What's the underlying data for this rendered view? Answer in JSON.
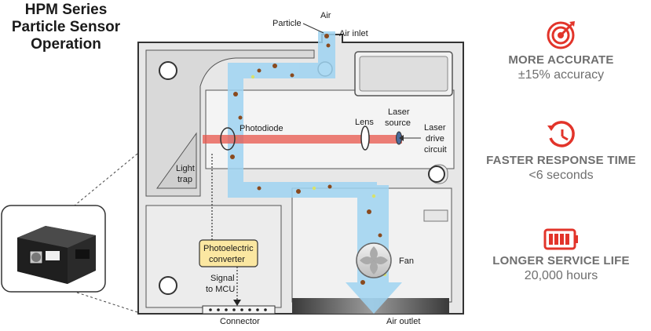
{
  "title": {
    "line1": "HPM Series",
    "line2": "Particle Sensor",
    "line3": "Operation"
  },
  "diagram": {
    "labels": {
      "air": "Air",
      "particle": "Particle",
      "air_inlet": "Air inlet",
      "photodiode": "Photodiode",
      "lens": "Lens",
      "laser_source_1": "Laser",
      "laser_source_2": "source",
      "laser_drive_1": "Laser",
      "laser_drive_2": "drive",
      "laser_drive_3": "circuit",
      "light_trap_1": "Light",
      "light_trap_2": "trap",
      "photoelectric_1": "Photoelectric",
      "photoelectric_2": "converter",
      "signal_1": "Signal",
      "signal_2": "to MCU",
      "connector": "Connector",
      "fan": "Fan",
      "air_outlet": "Air outlet"
    }
  },
  "features": [
    {
      "icon": "target-icon",
      "heading": "MORE ACCURATE",
      "detail": "±15% accuracy"
    },
    {
      "icon": "stopwatch-icon",
      "heading": "FASTER RESPONSE TIME",
      "detail": "<6 seconds"
    },
    {
      "icon": "battery-icon",
      "heading": "LONGER SERVICE LIFE",
      "detail": "20,000 hours"
    }
  ],
  "colors": {
    "accent_red": "#e2342a",
    "air_flow": "#9fd4f2",
    "laser_beam": "#e8554b",
    "converter_fill": "#fbe7a1",
    "housing": "#e6e6e6"
  }
}
